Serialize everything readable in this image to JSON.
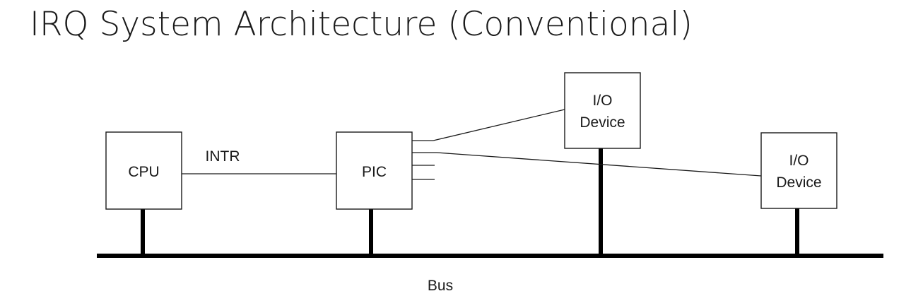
{
  "slide": {
    "title": "IRQ System Architecture (Conventional)"
  },
  "diagram": {
    "nodes": {
      "cpu": {
        "label": "CPU"
      },
      "pic": {
        "label": "PIC"
      },
      "io_device_1": {
        "label_lines": [
          "I/O",
          "Device"
        ]
      },
      "io_device_2": {
        "label_lines": [
          "I/O",
          "Device"
        ]
      }
    },
    "edges": {
      "intr_label": "INTR"
    },
    "bus": {
      "label": "Bus"
    }
  }
}
